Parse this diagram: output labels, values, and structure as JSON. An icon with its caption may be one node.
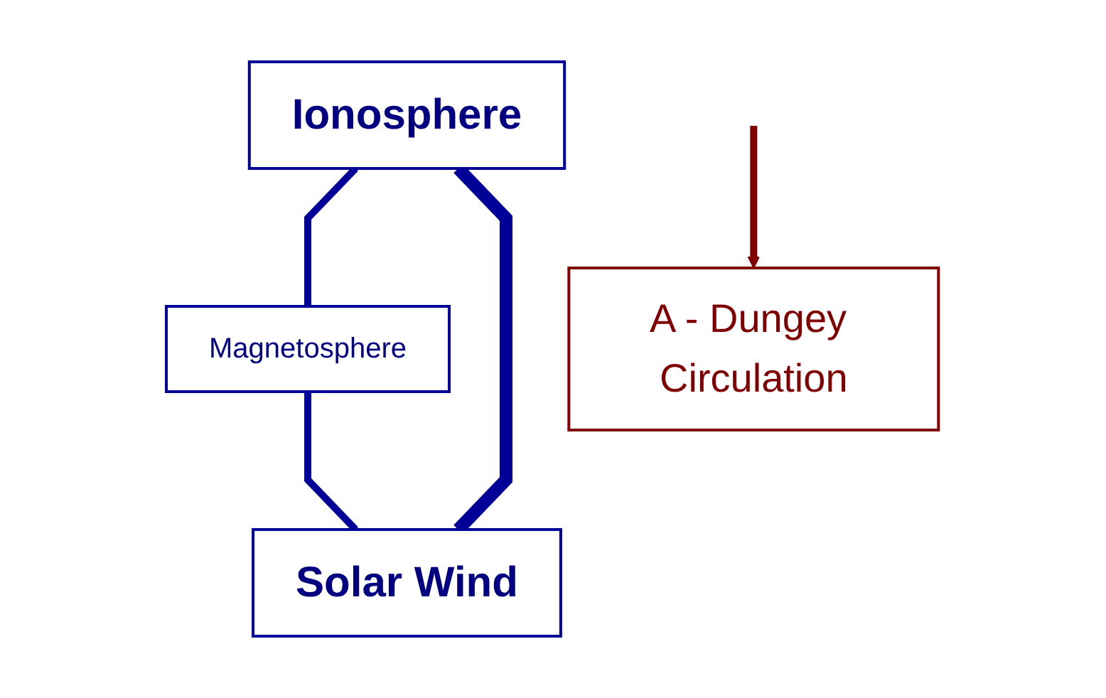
{
  "diagram": {
    "nodes": [
      {
        "text": [
          "Ionosphere"
        ]
      },
      {
        "text": [
          "Magnetosphere"
        ]
      },
      {
        "text": [
          "Solar Wind"
        ]
      },
      {
        "text": [
          "A - Dungey Circulation"
        ]
      }
    ],
    "edges": [
      {
        "from": 0,
        "to": 1,
        "arrow": "none"
      },
      {
        "from": 1,
        "to": 2,
        "arrow": "none"
      },
      {
        "from": 0,
        "to": 2,
        "arrow": "none",
        "style": "thick"
      },
      {
        "from": null,
        "to": 3,
        "arrow": "to",
        "color": "#800000"
      }
    ]
  }
}
